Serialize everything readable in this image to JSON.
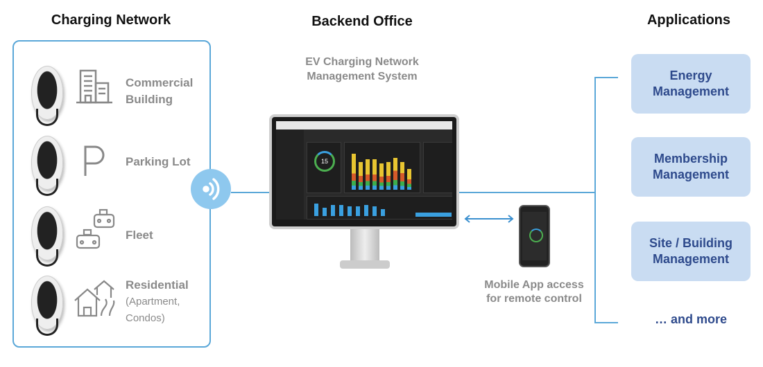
{
  "columns": {
    "left": "Charging Network",
    "middle": "Backend Office",
    "right": "Applications"
  },
  "network_items": [
    {
      "icon": "building-icon",
      "label_line1": "Commercial",
      "label_line2": "Building"
    },
    {
      "icon": "parking-icon",
      "label_line1": "Parking Lot"
    },
    {
      "icon": "taxi-car-icon",
      "label_line1": "Fleet"
    },
    {
      "icon": "house-icon",
      "label_line1": "Residential",
      "label_line2": "(Apartment,",
      "label_line3": "Condos)"
    }
  ],
  "backend": {
    "title_line1": "EV Charging Network",
    "title_line2": "Management System",
    "dashboard_total": "15"
  },
  "mobile": {
    "line1": "Mobile App access",
    "line2": "for remote control"
  },
  "applications": [
    {
      "line1": "Energy",
      "line2": "Management"
    },
    {
      "line1": "Membership",
      "line2": "Management"
    },
    {
      "line1": "Site / Building",
      "line2": "Management"
    }
  ],
  "more": "… and more",
  "colors": {
    "accent": "#5aa7d8",
    "app_bg": "#c9dcf2",
    "app_text": "#2e4a8c",
    "wifi": "#8ec8ee"
  }
}
